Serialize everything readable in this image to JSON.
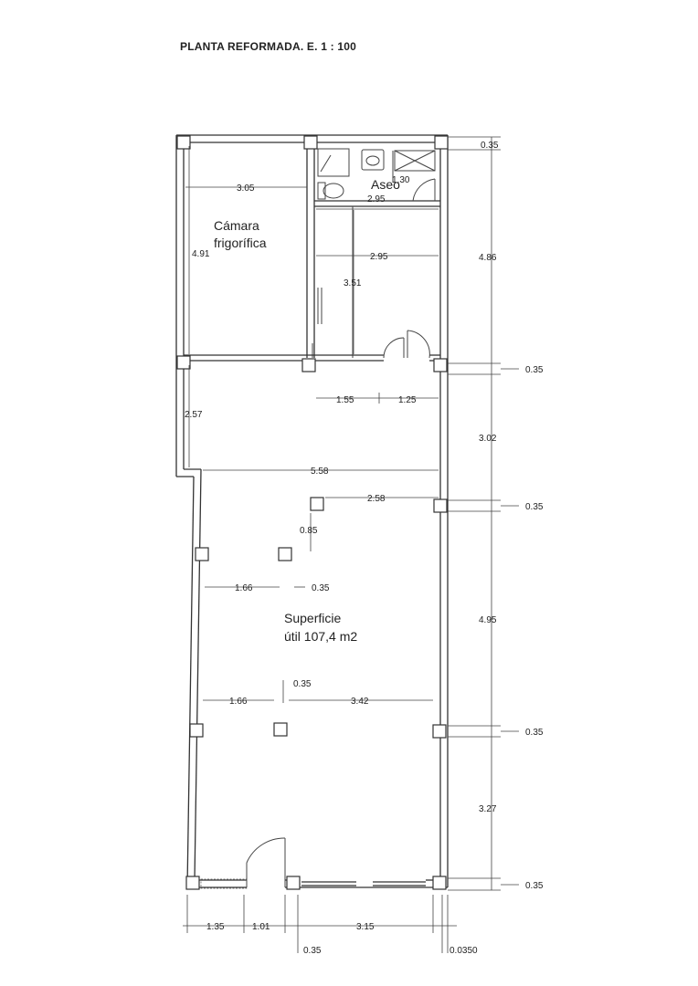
{
  "title": "PLANTA REFORMADA. E. 1 : 100",
  "rooms": {
    "camara": [
      "Cámara",
      "frigorífica"
    ],
    "aseo": "Aseo",
    "superficie": [
      "Superficie",
      "útil 107,4 m2"
    ]
  },
  "dims": {
    "d_305": "3.05",
    "d_491": "4.91",
    "d_130": "1.30",
    "d_295a": "2.95",
    "d_295b": "2.95",
    "d_351": "3.51",
    "d_155": "1.55",
    "d_125": "1.25",
    "d_257": "2.57",
    "d_558": "5.58",
    "d_258": "2.58",
    "d_085": "0.85",
    "d_166a": "1.66",
    "d_035mid": "0.35",
    "d_035up": "0.35",
    "d_166b": "1.66",
    "d_342": "3.42",
    "d_135": "1.35",
    "d_101": "1.01",
    "d_315": "3.15",
    "d_035bot": "0.35",
    "d_bottom_right": "0.0350",
    "r_035a": "0.35",
    "r_486": "4.86",
    "r_035b": "0.35",
    "r_302": "3.02",
    "r_035c": "0.35",
    "r_495": "4.95",
    "r_035d": "0.35",
    "r_327": "3.27",
    "r_035e": "0.35"
  }
}
